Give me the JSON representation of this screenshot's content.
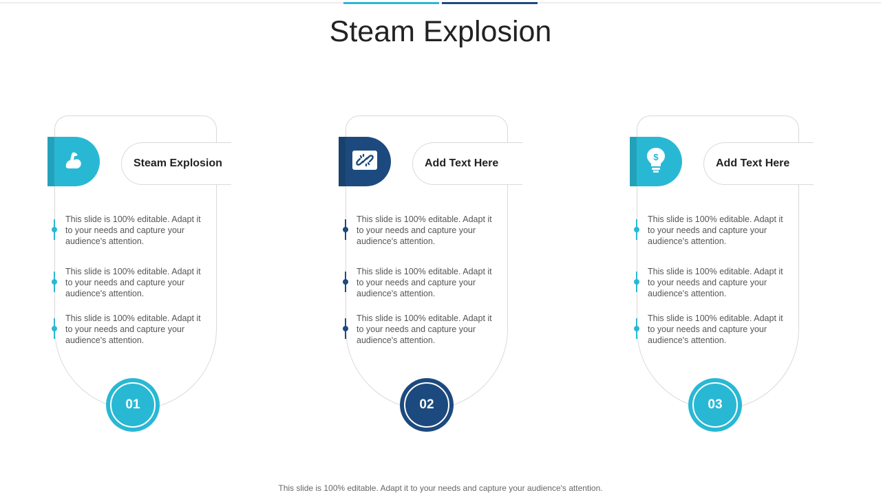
{
  "slide": {
    "title": "Steam Explosion",
    "footer": "This slide is 100% editable. Adapt it to your needs and capture your audience's attention."
  },
  "colors": {
    "light": "#29b8d4",
    "dark": "#1d4a7e"
  },
  "cards": [
    {
      "heading": "Steam Explosion",
      "icon": "flexed-arm-icon",
      "number": "01",
      "items": [
        "This slide is 100% editable. Adapt it to your needs and capture your audience's attention.",
        "This slide is 100% editable. Adapt it to your needs and capture your audience's attention.",
        "This slide is 100% editable. Adapt it to your needs and capture your audience's attention."
      ]
    },
    {
      "heading": "Add  Text Here",
      "icon": "broken-link-icon",
      "number": "02",
      "items": [
        "This slide is 100% editable. Adapt it to your needs and capture your audience's attention.",
        "This slide is 100% editable. Adapt it to your needs and capture your audience's attention.",
        "This slide is 100% editable. Adapt it to your needs and capture your audience's attention."
      ]
    },
    {
      "heading": "Add  Text Here",
      "icon": "lightbulb-dollar-icon",
      "number": "03",
      "items": [
        "This slide is 100% editable. Adapt it to your needs and capture your audience's attention.",
        "This slide is 100% editable. Adapt it to your needs and capture your audience's attention.",
        "This slide is 100% editable. Adapt it to your needs and capture your audience's attention."
      ]
    }
  ]
}
